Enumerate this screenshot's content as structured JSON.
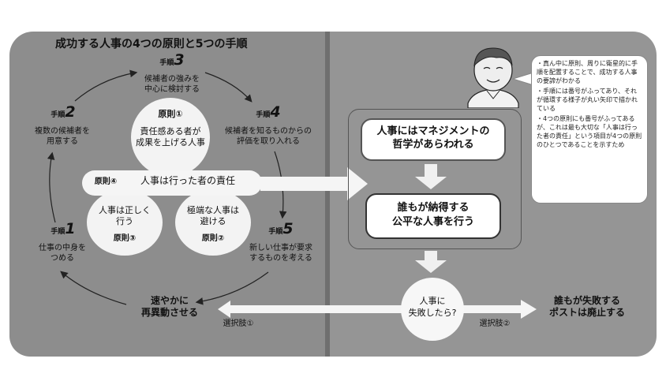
{
  "title": "成功する人事の4つの原則と5つの手順",
  "steps": [
    {
      "label": "手順",
      "num": "1",
      "text_lines": [
        "仕事の中身を",
        "つめる"
      ]
    },
    {
      "label": "手順",
      "num": "2",
      "text_lines": [
        "複数の候補者を",
        "用意する"
      ]
    },
    {
      "label": "手順",
      "num": "3",
      "text_lines": [
        "候補者の強みを",
        "中心に検討する"
      ]
    },
    {
      "label": "手順",
      "num": "4",
      "text_lines": [
        "候補者を知るものからの",
        "評価を取り入れる"
      ]
    },
    {
      "label": "手順",
      "num": "5",
      "text_lines": [
        "新しい仕事が要求",
        "するものを考える"
      ]
    }
  ],
  "principles": {
    "p1": {
      "label": "原則①",
      "text_lines": [
        "責任感ある者が",
        "成果を上げる人事"
      ]
    },
    "p2": {
      "label": "原則②",
      "text_lines": [
        "極端な人事は",
        "避ける"
      ]
    },
    "p3": {
      "label": "原則③",
      "text_lines": [
        "人事は正しく",
        "行う"
      ]
    },
    "p4": {
      "label": "原則④",
      "text": "人事は行った者の責任"
    }
  },
  "right": {
    "box1_lines": [
      "人事にはマネジメントの",
      "哲学があらわれる"
    ],
    "box2_lines": [
      "誰もが納得する",
      "公平な人事を行う"
    ],
    "question_lines": [
      "人事に",
      "失敗したら?"
    ]
  },
  "options": {
    "left_lines": [
      "速やかに",
      "再異動させる"
    ],
    "left_caption": "選択肢①",
    "right_lines": [
      "誰もが失敗する",
      "ポストは廃止する"
    ],
    "right_caption": "選択肢②"
  },
  "notes": [
    "・真ん中に原則、周りに衛星的に手順を配置することで、成功する人事の要諦がわかる",
    "・手順には番号がふってあり、それが循環する様子が丸い矢印で描かれている",
    "・4つの原則にも番号がふってあるが、これは最も大切な「人事は行った者の責任」という項目が4つの原則のひとつであることを示すため"
  ]
}
